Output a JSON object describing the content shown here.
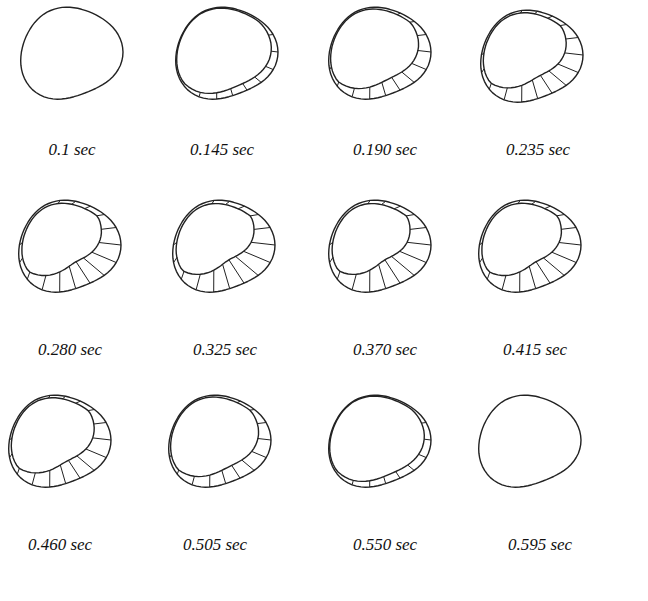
{
  "diagram": {
    "labels": [
      "0.1 sec",
      "0.145 sec",
      "0.190 sec",
      "0.235 sec",
      "0.280 sec",
      "0.325 sec",
      "0.370 sec",
      "0.415 sec",
      "0.460 sec",
      "0.505 sec",
      "0.550 sec",
      "0.595 sec"
    ]
  }
}
